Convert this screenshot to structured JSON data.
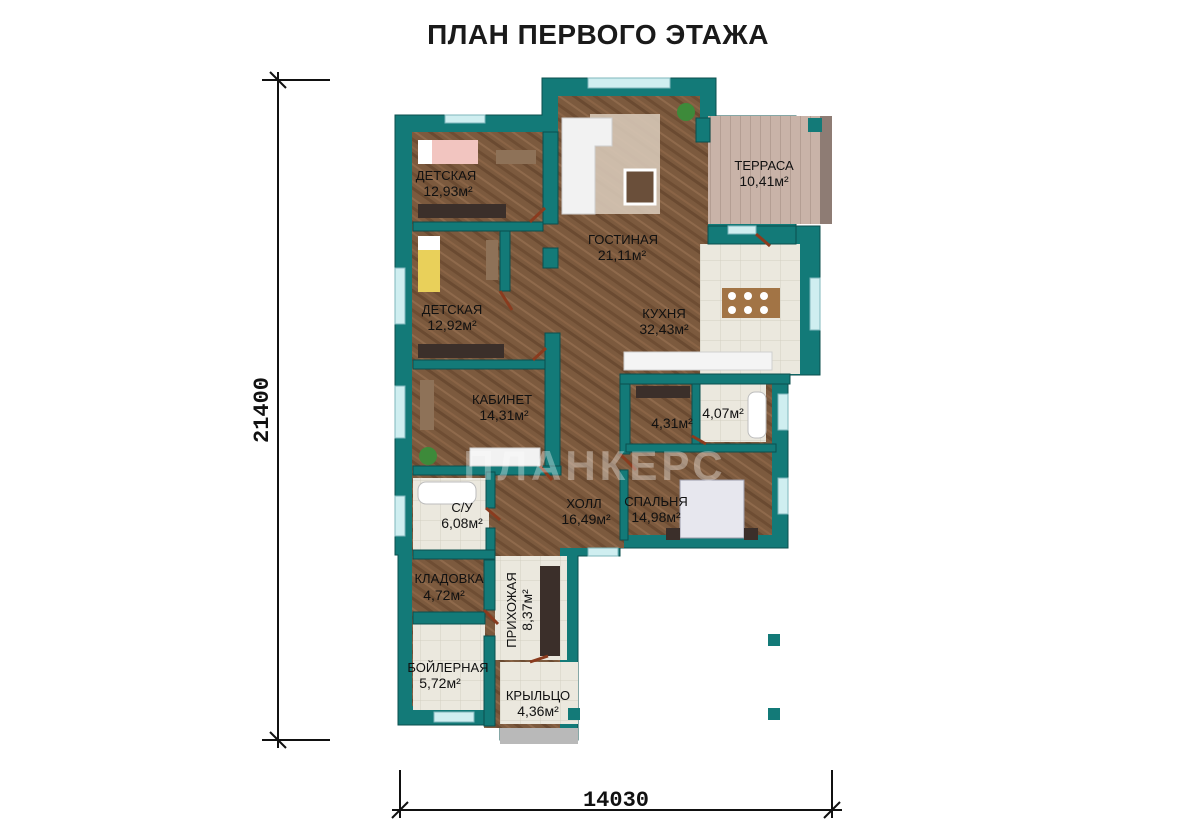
{
  "title": "ПЛАН ПЕРВОГО ЭТАЖА",
  "dimensions": {
    "height": "21400",
    "width": "14030"
  },
  "watermark": "ПЛАНКЕРС",
  "rooms": [
    {
      "id": "detskaya-1",
      "name": "ДЕТСКАЯ",
      "area": "12,93м²"
    },
    {
      "id": "detskaya-2",
      "name": "ДЕТСКАЯ",
      "area": "12,92м²"
    },
    {
      "id": "gostinaya",
      "name": "ГОСТИНАЯ",
      "area": "21,11м²"
    },
    {
      "id": "kukhnya",
      "name": "КУХНЯ",
      "area": "32,43м²"
    },
    {
      "id": "terrasa",
      "name": "ТЕРРАСА",
      "area": "10,41м²"
    },
    {
      "id": "kabinet",
      "name": "КАБИНЕТ",
      "area": "14,31м²"
    },
    {
      "id": "garderob",
      "name": "",
      "area": "4,31м²"
    },
    {
      "id": "vannaya",
      "name": "",
      "area": "4,07м²"
    },
    {
      "id": "su",
      "name": "С/У",
      "area": "6,08м²"
    },
    {
      "id": "holl",
      "name": "ХОЛЛ",
      "area": "16,49м²"
    },
    {
      "id": "spalnya",
      "name": "СПАЛЬНЯ",
      "area": "14,98м²"
    },
    {
      "id": "kladovka",
      "name": "КЛАДОВКА",
      "area": "4,72м²"
    },
    {
      "id": "prikhozhaya",
      "name": "ПРИХОЖАЯ",
      "area": "8,37м²"
    },
    {
      "id": "boylernaya",
      "name": "БОЙЛЕРНАЯ",
      "area": "5,72м²"
    },
    {
      "id": "kryltso",
      "name": "КРЫЛЬЦО",
      "area": "4,36м²"
    }
  ],
  "colors": {
    "wall": "#137a78",
    "floor_wood": "#7c5a3e",
    "floor_tile": "#e9e6dc",
    "terrace": "#c9b3a8",
    "window": "#cfeef0"
  }
}
